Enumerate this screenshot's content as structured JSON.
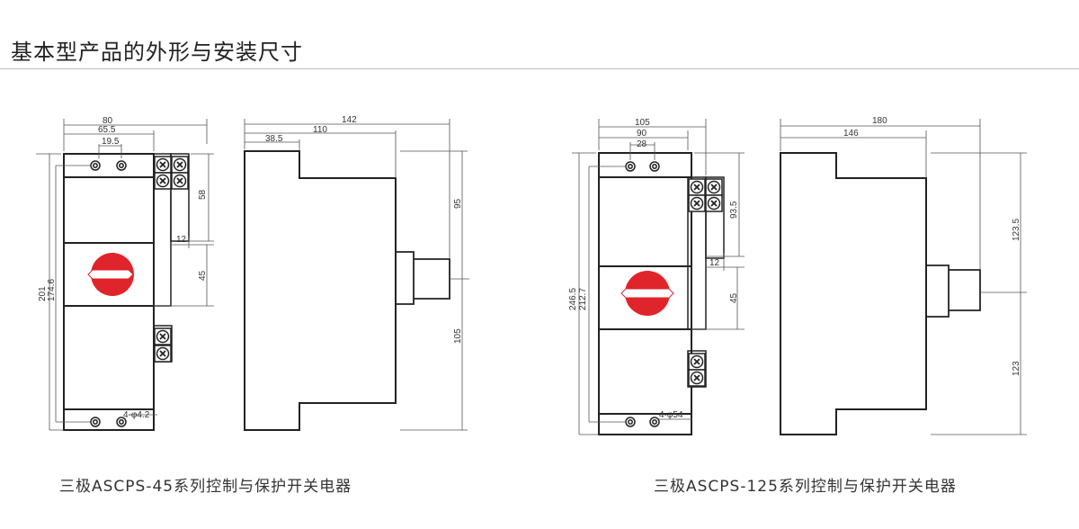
{
  "title": "基本型产品的外形与安装尺寸",
  "colors": {
    "knob": "#e0242b",
    "line": "#222222"
  },
  "left": {
    "caption": "三极ASCPS-45系列控制与保护开关电器",
    "front": {
      "w80": "80",
      "w65": "65.5",
      "w19": "19.5",
      "h201": "201",
      "h174": "174.6",
      "h58": "58",
      "w12": "12",
      "h45": "45",
      "hole": "4-φ4.2"
    },
    "side": {
      "w142": "142",
      "w110": "110",
      "w38": "38.5",
      "h95": "95",
      "h105": "105"
    }
  },
  "right": {
    "caption": "三极ASCPS-125系列控制与保护开关电器",
    "front": {
      "w105": "105",
      "w90": "90",
      "w28": "28",
      "h246": "246.5",
      "h212": "212.7",
      "h93": "93.5",
      "w12": "12",
      "h45": "45",
      "hole": "4-φ54"
    },
    "side": {
      "w180": "180",
      "w146": "146",
      "h123_5": "123.5",
      "h123": "123"
    }
  }
}
